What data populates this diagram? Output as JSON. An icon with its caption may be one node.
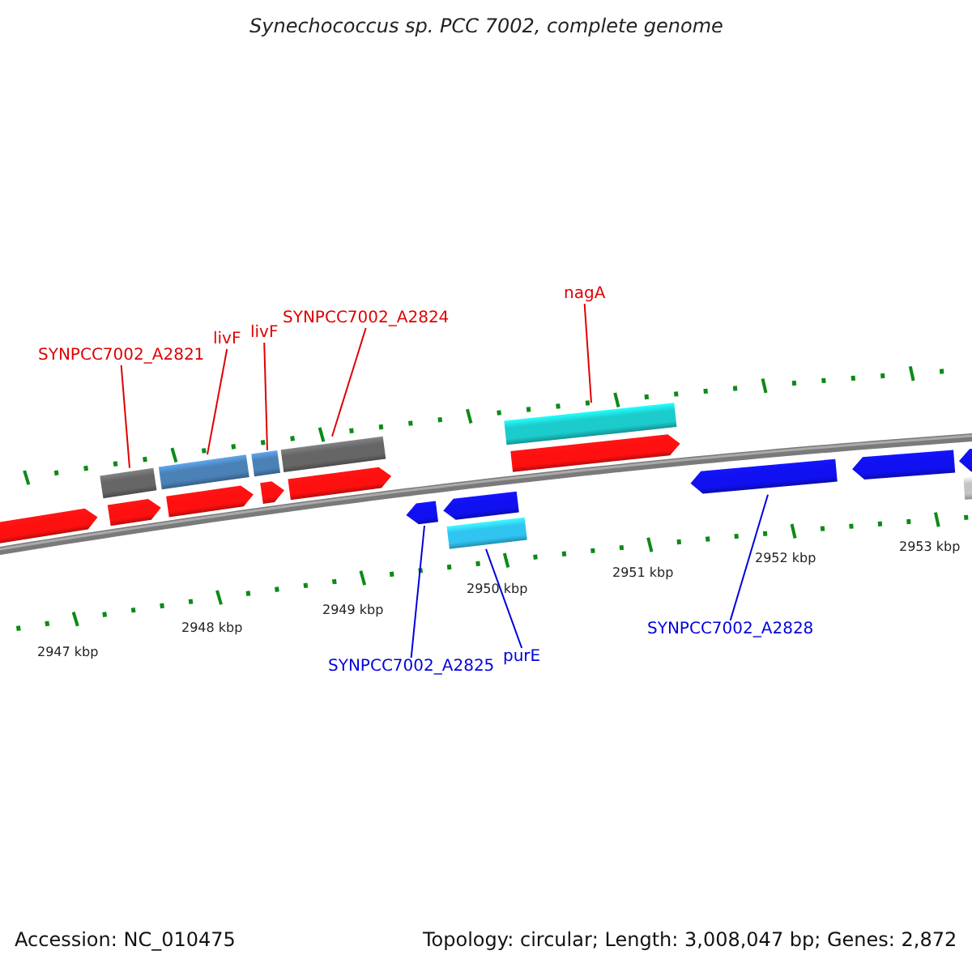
{
  "diagram": {
    "title": "Synechococcus sp. PCC 7002, complete genome",
    "nodes": [
      {
        "text": [
          "SYNPCC7002_A2821"
        ]
      },
      {
        "text": [
          "livF"
        ]
      },
      {
        "text": [
          "livF"
        ]
      },
      {
        "text": [
          "SYNPCC7002_A2824"
        ]
      },
      {
        "text": [
          "nagA"
        ]
      },
      {
        "text": [
          "SYNPCC7002_A2825"
        ]
      },
      {
        "text": [
          "purE"
        ]
      },
      {
        "text": [
          "SYNPCC7002_A2828"
        ]
      },
      {
        "text": [],
        "shape": "arrow"
      },
      {
        "text": [],
        "shape": "bar"
      },
      {
        "text": [],
        "shape": "arrow"
      },
      {
        "text": [],
        "shape": "bar"
      },
      {
        "text": [],
        "shape": "arrow"
      },
      {
        "text": [],
        "shape": "bar"
      },
      {
        "text": [],
        "shape": "arrow"
      },
      {
        "text": [],
        "shape": "bar"
      },
      {
        "text": [],
        "shape": "arrow"
      },
      {
        "text": [],
        "shape": "arrow"
      },
      {
        "text": [],
        "shape": "arrow"
      },
      {
        "text": [],
        "shape": "bar"
      },
      {
        "text": [],
        "shape": "bar"
      },
      {
        "text": [],
        "shape": "arrow"
      },
      {
        "text": [],
        "shape": "arrow"
      },
      {
        "text": [],
        "shape": "arrow"
      },
      {
        "text": [],
        "shape": "arrow"
      },
      {
        "text": [],
        "shape": "bar"
      }
    ],
    "edges": [
      {
        "from": 0,
        "to": 9,
        "arrow": "none"
      },
      {
        "from": 1,
        "to": 11,
        "arrow": "none"
      },
      {
        "from": 2,
        "to": 13,
        "arrow": "none"
      },
      {
        "from": 3,
        "to": 15,
        "arrow": "none"
      },
      {
        "from": 4,
        "to": 20,
        "arrow": "none"
      },
      {
        "from": 5,
        "to": 17,
        "arrow": "none",
        "color": "#0000dd"
      },
      {
        "from": 6,
        "to": 19,
        "arrow": "none",
        "color": "#0000dd"
      },
      {
        "from": 7,
        "to": 22,
        "arrow": "none",
        "color": "#0000dd"
      }
    ],
    "labels": [
      "2947 kbp",
      "2948 kbp",
      "2949 kbp",
      "2950 kbp",
      "2951 kbp",
      "2952 kbp",
      "2953 kbp",
      "Accession: NC_010475",
      "Topology: circular; Length: 3,008,047 bp; Genes: 2,872"
    ]
  }
}
